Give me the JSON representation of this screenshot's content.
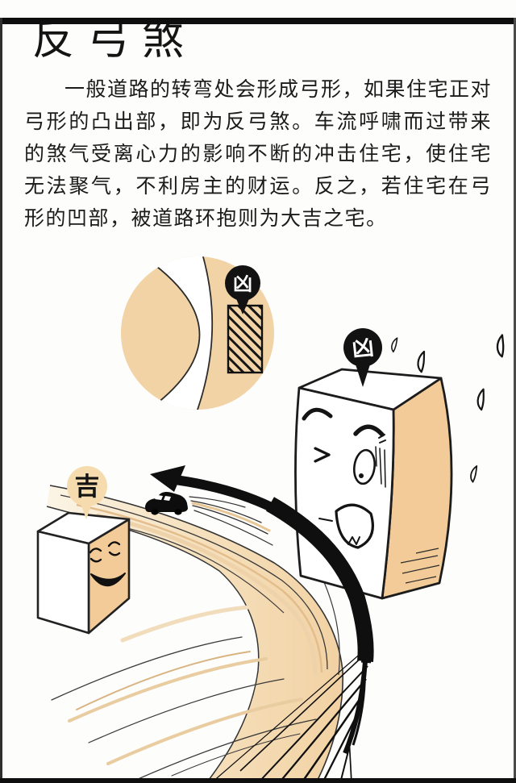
{
  "page": {
    "title": "反弓煞",
    "body_paragraph": "一般道路的转弯处会形成弓形，如果住宅正对弓形的凸出部，即为反弓煞。车流呼啸而过带来的煞气受离心力的影响不断的冲击住宅，使住宅无法聚气，不利房主的财运。反之，若住宅在弓形的凹部，被道路环抱则为大吉之宅。"
  },
  "illustration": {
    "inset": {
      "bad_luck_label": "凶"
    },
    "cursed_house": {
      "label": "凶"
    },
    "blessed_house": {
      "label": "吉"
    },
    "colors": {
      "tan": "#F2D3A6",
      "house_tan": "#F2CB98",
      "balloon_tan": "#F5DBAE",
      "ink": "#1A1A1A",
      "paper": "#FFFFFF"
    }
  }
}
